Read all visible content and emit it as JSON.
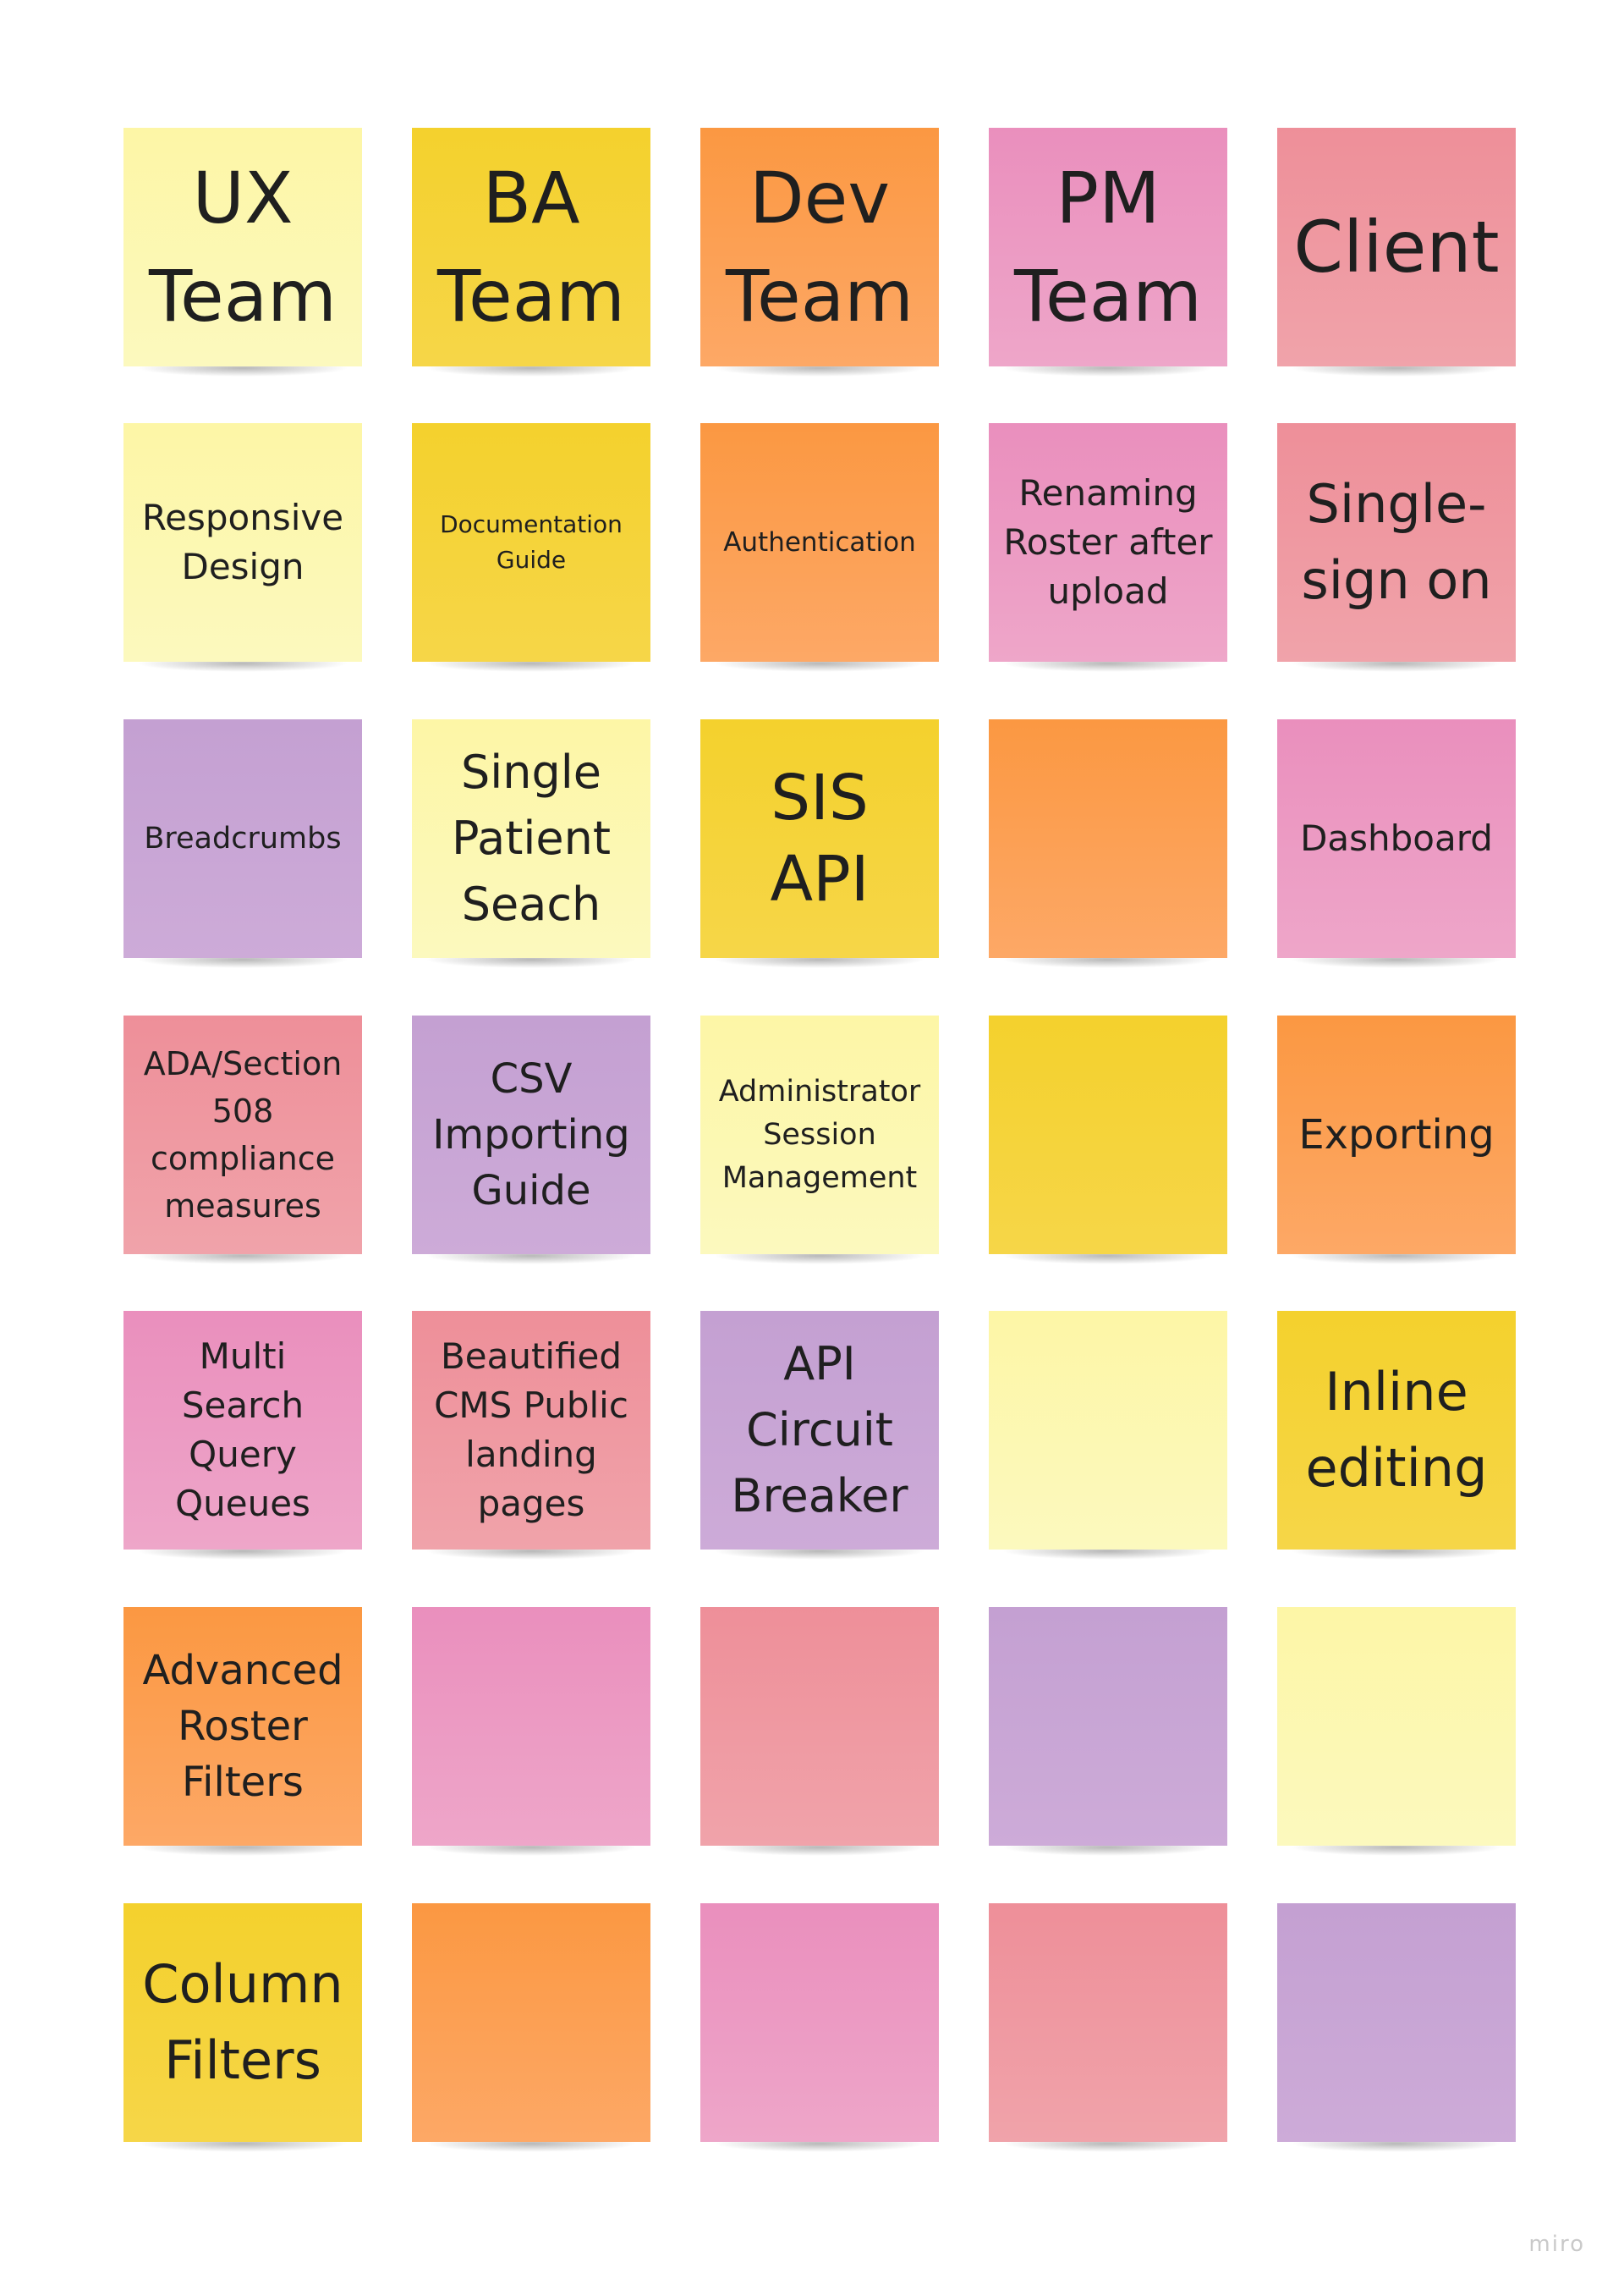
{
  "board": {
    "watermark": "miro",
    "notes": [
      {
        "text": "UX\nTeam",
        "color": "yellow-light",
        "size": "s-xl"
      },
      {
        "text": "BA\nTeam",
        "color": "yellow",
        "size": "s-xl"
      },
      {
        "text": "Dev\nTeam",
        "color": "orange",
        "size": "s-xl"
      },
      {
        "text": "PM\nTeam",
        "color": "pink",
        "size": "s-xl"
      },
      {
        "text": "Client",
        "color": "salmon",
        "size": "s-xl"
      },
      {
        "text": "Responsive\nDesign",
        "color": "yellow-light",
        "size": "s-sm"
      },
      {
        "text": "Documentation\nGuide",
        "color": "yellow",
        "size": "s-t2"
      },
      {
        "text": "Authentication",
        "color": "orange",
        "size": "s-tiny"
      },
      {
        "text": "Renaming\nRoster after\nupload",
        "color": "pink",
        "size": "s-sm"
      },
      {
        "text": "Single-\nsign on",
        "color": "salmon",
        "size": "s-ml"
      },
      {
        "text": "Breadcrumbs",
        "color": "purple",
        "size": "s-xxs"
      },
      {
        "text": "Single\nPatient\nSeach",
        "color": "yellow-light",
        "size": "s-m"
      },
      {
        "text": "SIS\nAPI",
        "color": "yellow",
        "size": "s-lg"
      },
      {
        "text": "",
        "color": "orange",
        "size": "s-m"
      },
      {
        "text": "Dashboard",
        "color": "pink",
        "size": "s-sm"
      },
      {
        "text": "ADA/Section\n508\ncompliance\nmeasures",
        "color": "salmon",
        "size": "s-xs"
      },
      {
        "text": "CSV\nImporting\nGuide",
        "color": "purple",
        "size": "s-msm"
      },
      {
        "text": "Administrator\nSession\nManagement",
        "color": "yellow-light",
        "size": "s-xxs"
      },
      {
        "text": "",
        "color": "yellow",
        "size": "s-m"
      },
      {
        "text": "Exporting",
        "color": "orange",
        "size": "s-msm"
      },
      {
        "text": "Multi\nSearch\nQuery\nQueues",
        "color": "pink",
        "size": "s-sm"
      },
      {
        "text": "Beautified\nCMS Public\nlanding\npages",
        "color": "salmon",
        "size": "s-sm"
      },
      {
        "text": "API\nCircuit\nBreaker",
        "color": "purple",
        "size": "s-m"
      },
      {
        "text": "",
        "color": "yellow-light",
        "size": "s-m"
      },
      {
        "text": "Inline\nediting",
        "color": "yellow",
        "size": "s-ml"
      },
      {
        "text": "Advanced\nRoster\nFilters",
        "color": "orange",
        "size": "s-msm"
      },
      {
        "text": "",
        "color": "pink",
        "size": "s-m"
      },
      {
        "text": "",
        "color": "salmon",
        "size": "s-m"
      },
      {
        "text": "",
        "color": "purple",
        "size": "s-m"
      },
      {
        "text": "",
        "color": "yellow-light",
        "size": "s-m"
      },
      {
        "text": "Column\nFilters",
        "color": "yellow",
        "size": "s-ml"
      },
      {
        "text": "",
        "color": "orange",
        "size": "s-m"
      },
      {
        "text": "",
        "color": "pink",
        "size": "s-m"
      },
      {
        "text": "",
        "color": "salmon",
        "size": "s-m"
      },
      {
        "text": "",
        "color": "purple",
        "size": "s-m"
      }
    ]
  }
}
